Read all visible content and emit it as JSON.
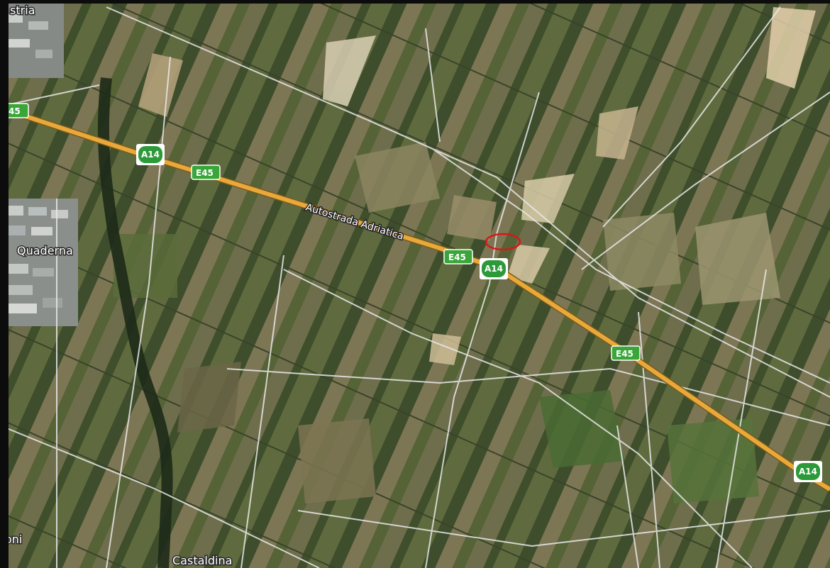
{
  "map": {
    "place_labels": [
      {
        "id": "stria",
        "text": "stria"
      },
      {
        "id": "quaderna",
        "text": "Quaderna"
      },
      {
        "id": "castaldina",
        "text": "Castaldina"
      },
      {
        "id": "boni",
        "text": "Boni"
      }
    ],
    "road_name": "Autostrada Adriatica",
    "shields": {
      "e45": "E45",
      "e45_edge": "45",
      "a14": "A14"
    },
    "colors": {
      "highway": "#e9a93a",
      "e_shield": "#3aa63a",
      "a_shield": "#2d9a3a",
      "marker": "#d81818"
    },
    "marker": {
      "shape": "red-ellipse"
    }
  }
}
